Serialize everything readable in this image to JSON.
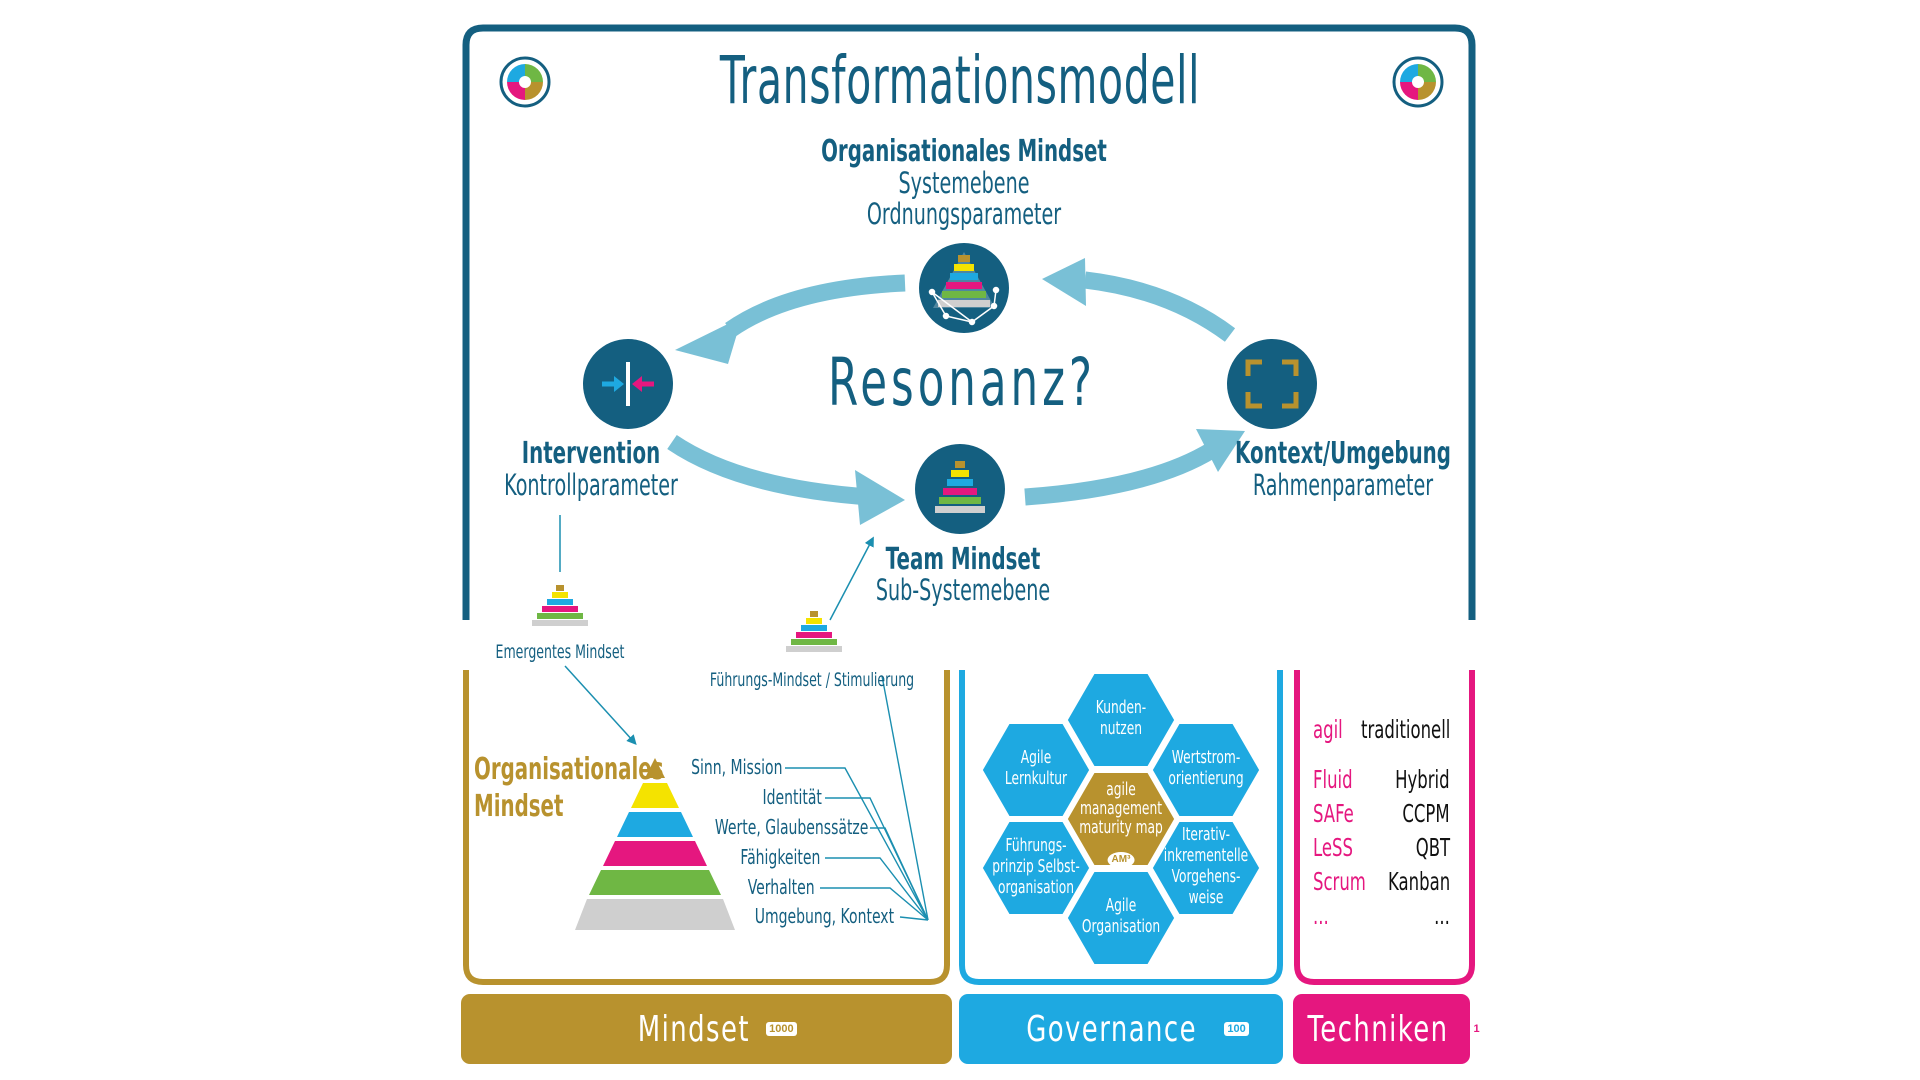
{
  "title": "Transformationsmodell",
  "center_question": "Resonanz?",
  "nodes": {
    "org": {
      "title": "Organisationales Mindset",
      "line1": "Systemebene",
      "line2": "Ordnungsparameter"
    },
    "intervention": {
      "title": "Intervention",
      "line1": "Kontrollparameter"
    },
    "context": {
      "title": "Kontext/Umgebung",
      "line1": "Rahmenparameter"
    },
    "team": {
      "title": "Team Mindset",
      "line1": "Sub-Systemebene"
    }
  },
  "small_labels": {
    "emergent": "Emergentes Mindset",
    "leadership": "Führungs-Mindset / Stimulierung"
  },
  "mindset_panel": {
    "heading_line1": "Organisationales",
    "heading_line2": "Mindset",
    "levels": [
      "Sinn, Mission",
      "Identität",
      "Werte, Glaubenssätze",
      "Fähigkeiten",
      "Verhalten",
      "Umgebung, Kontext"
    ]
  },
  "governance_panel": {
    "center": [
      "agile",
      "management",
      "maturity map"
    ],
    "center_badge": "AM³",
    "cells": [
      [
        "Kunden-",
        "nutzen"
      ],
      [
        "Wertstrom-",
        "orientierung"
      ],
      [
        "Iterativ-",
        "inkrementelle",
        "Vorgehens-",
        "weise"
      ],
      [
        "Agile",
        "Organisation"
      ],
      [
        "Führungs-",
        "prinzip Selbst-",
        "organisation"
      ],
      [
        "Agile",
        "Lernkultur"
      ]
    ]
  },
  "techniques_panel": {
    "header_agile": "agil",
    "header_traditional": "traditionell",
    "agile": [
      "Fluid",
      "SAFe",
      "LeSS",
      "Scrum",
      "..."
    ],
    "traditional": [
      "Hybrid",
      "CCPM",
      "QBT",
      "Kanban",
      "..."
    ]
  },
  "tabs": {
    "mindset": {
      "label": "Mindset",
      "badge": "1000"
    },
    "governance": {
      "label": "Governance",
      "badge": "100"
    },
    "techniken": {
      "label": "Techniken",
      "badge": "1"
    }
  },
  "colors": {
    "dark_blue": "#145f80",
    "arrow_blue": "#79c0d6",
    "gold": "#b8922e",
    "cyan": "#1ea9e1",
    "magenta": "#e5177f",
    "yellow": "#f4e300",
    "green": "#6fb744",
    "grey": "#cfcfcf"
  }
}
